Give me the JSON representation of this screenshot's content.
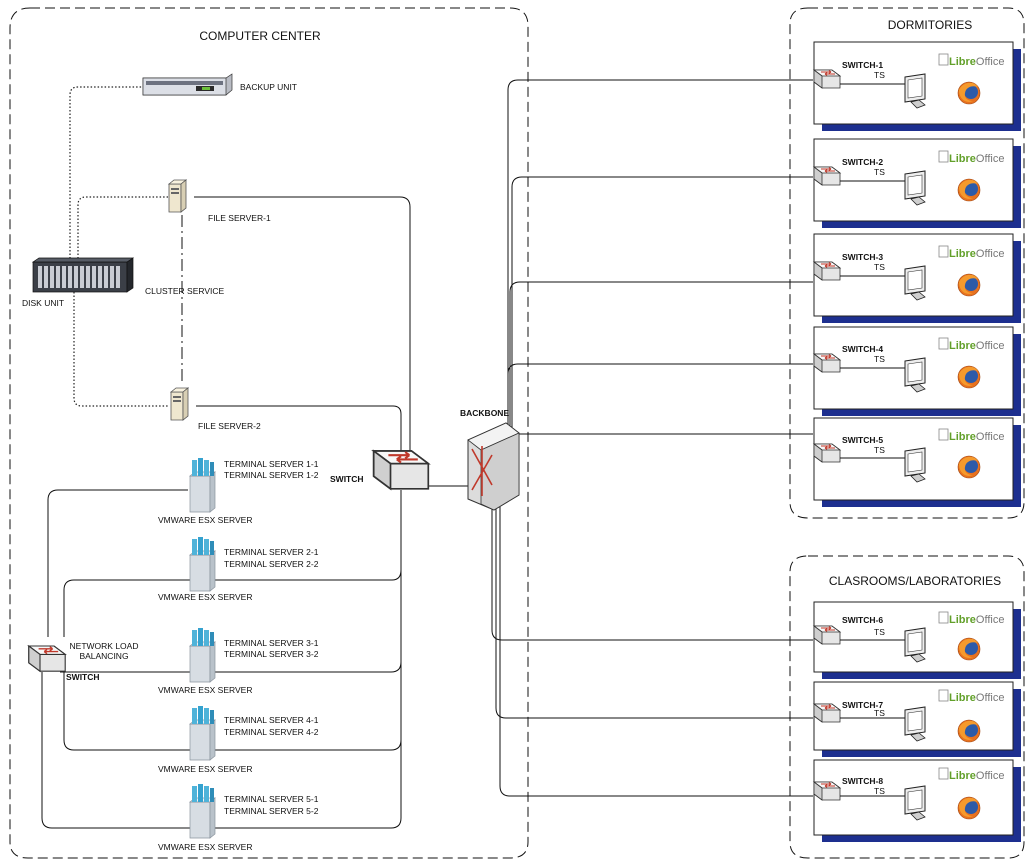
{
  "computer_center": {
    "title": "COMPUTER CENTER",
    "backup_unit": "BACKUP UNIT",
    "disk_unit": "DISK UNIT",
    "file_server_1": "FILE SERVER-1",
    "file_server_2": "FILE SERVER-2",
    "cluster_service": "CLUSTER SERVICE",
    "core_switch": "SWITCH",
    "nlb_line1": "NETWORK LOAD",
    "nlb_line2": "BALANCING",
    "nlb_switch": "SWITCH",
    "esx_servers": [
      {
        "ts_a": "TERMINAL SERVER 1-1",
        "ts_b": "TERMINAL SERVER 1-2",
        "host": "VMWARE ESX SERVER"
      },
      {
        "ts_a": "TERMINAL SERVER 2-1",
        "ts_b": "TERMINAL SERVER 2-2",
        "host": "VMWARE ESX SERVER"
      },
      {
        "ts_a": "TERMINAL SERVER 3-1",
        "ts_b": "TERMINAL SERVER 3-2",
        "host": "VMWARE ESX SERVER"
      },
      {
        "ts_a": "TERMINAL SERVER 4-1",
        "ts_b": "TERMINAL SERVER 4-2",
        "host": "VMWARE ESX SERVER"
      },
      {
        "ts_a": "TERMINAL SERVER 5-1",
        "ts_b": "TERMINAL SERVER 5-2",
        "host": "VMWARE ESX SERVER"
      }
    ]
  },
  "backbone": "BACKBONE",
  "dormitories": {
    "title": "DORMITORIES",
    "sites": [
      {
        "switch": "SWITCH-1",
        "terminal": "TS",
        "office_a": "Libre",
        "office_b": "Office"
      },
      {
        "switch": "SWITCH-2",
        "terminal": "TS",
        "office_a": "Libre",
        "office_b": "Office"
      },
      {
        "switch": "SWITCH-3",
        "terminal": "TS",
        "office_a": "Libre",
        "office_b": "Office"
      },
      {
        "switch": "SWITCH-4",
        "terminal": "TS",
        "office_a": "Libre",
        "office_b": "Office"
      },
      {
        "switch": "SWITCH-5",
        "terminal": "TS",
        "office_a": "Libre",
        "office_b": "Office"
      }
    ]
  },
  "classrooms": {
    "title": "CLASROOMS/LABORATORIES",
    "sites": [
      {
        "switch": "SWITCH-6",
        "terminal": "TS",
        "office_a": "Libre",
        "office_b": "Office"
      },
      {
        "switch": "SWITCH-7",
        "terminal": "TS",
        "office_a": "Libre",
        "office_b": "Office"
      },
      {
        "switch": "SWITCH-8",
        "terminal": "TS",
        "office_a": "Libre",
        "office_b": "Office"
      }
    ]
  },
  "colors": {
    "line": "#111111",
    "switch_arrow": "#c0392b",
    "libre_green": "#62a02a",
    "panel_shadow": "#1d2f8f"
  }
}
